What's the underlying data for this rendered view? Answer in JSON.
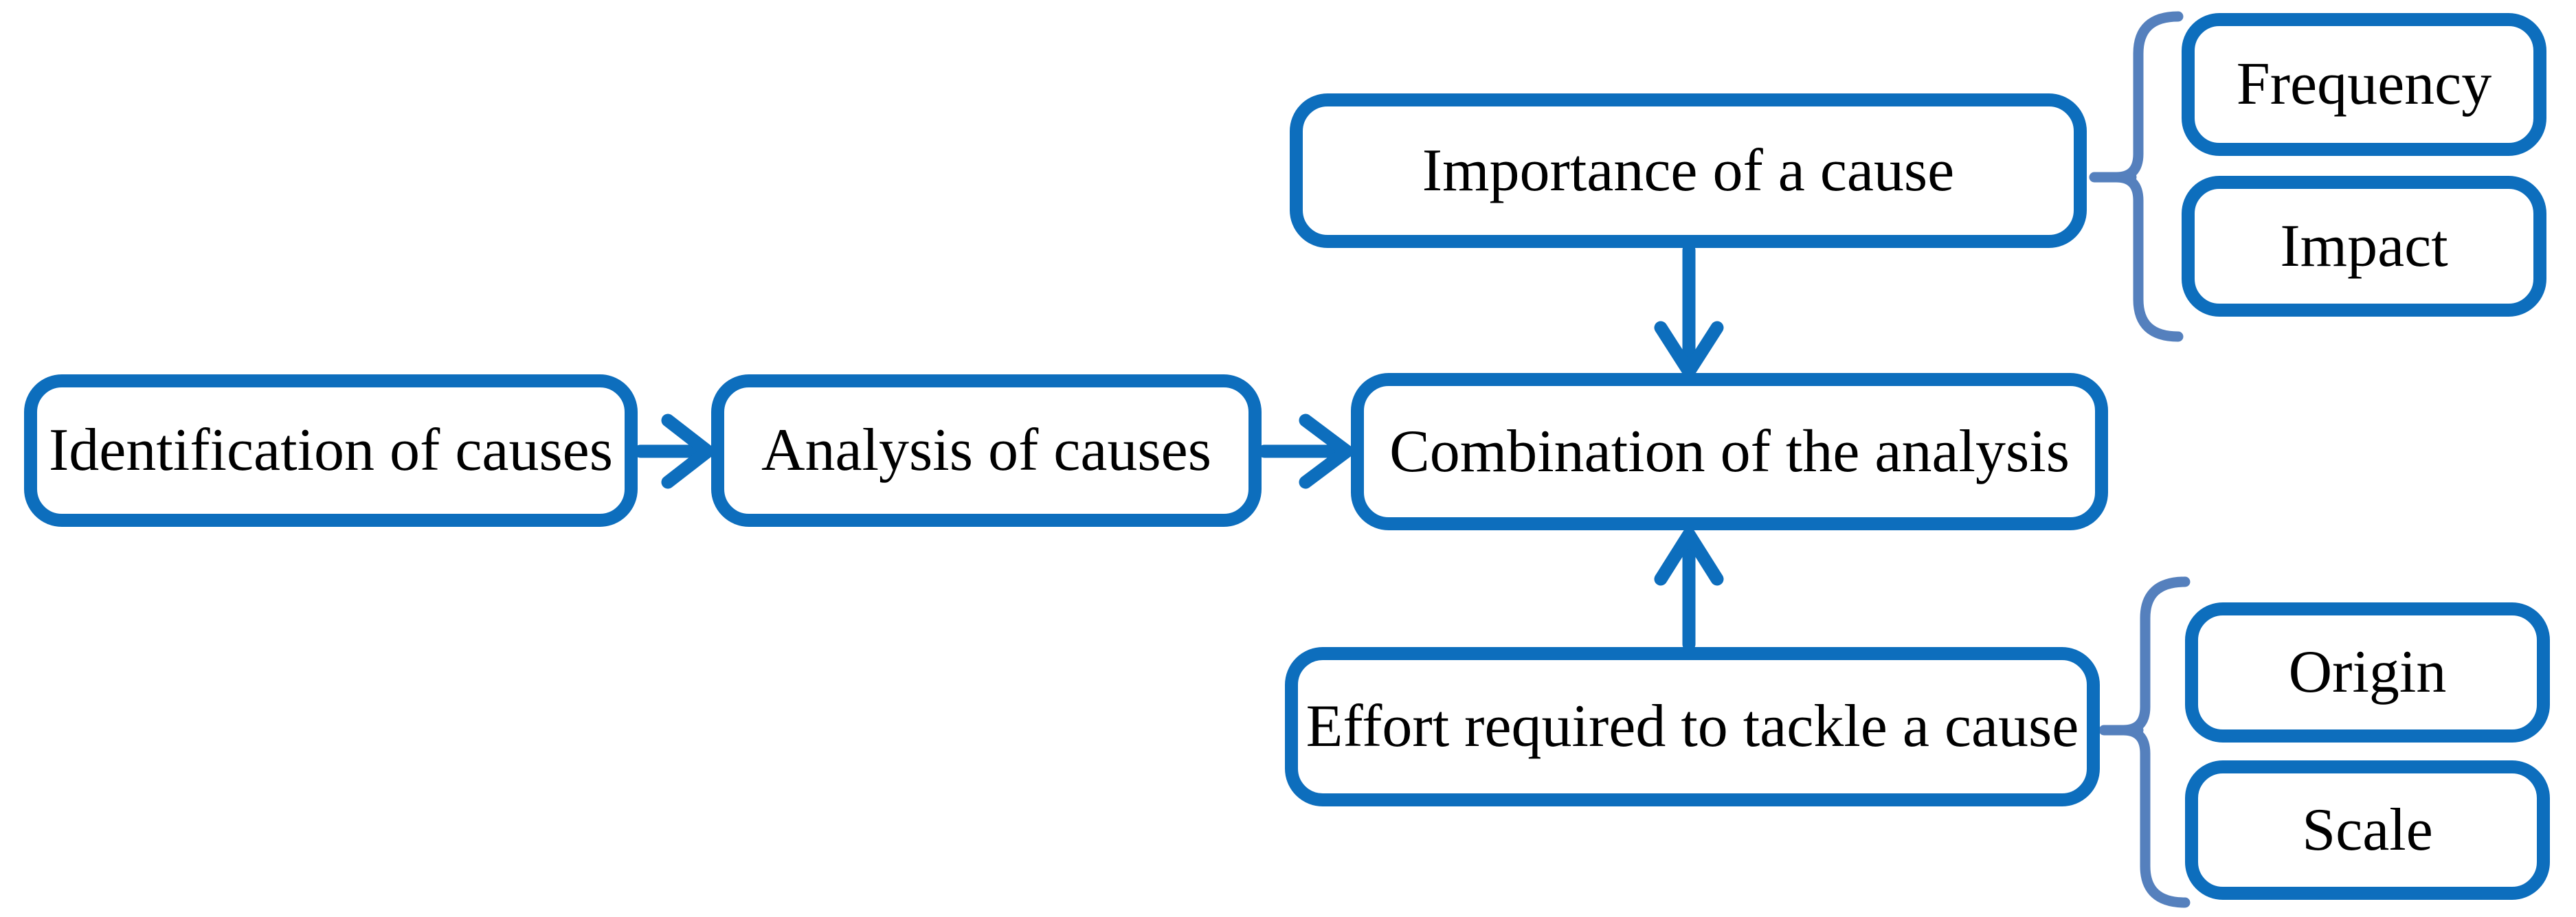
{
  "colors": {
    "box_border": "#0d6ebd",
    "arrow": "#0d6ebd",
    "brace": "#5580bd",
    "text": "#000000",
    "background": "#ffffff"
  },
  "boxes": {
    "identification": {
      "label": "Identification of causes"
    },
    "analysis": {
      "label": "Analysis of causes"
    },
    "combination": {
      "label": "Combination of the analysis"
    },
    "importance": {
      "label": "Importance of a cause"
    },
    "effort": {
      "label": "Effort required to tackle a cause"
    },
    "frequency": {
      "label": "Frequency"
    },
    "impact": {
      "label": "Impact"
    },
    "origin": {
      "label": "Origin"
    },
    "scale": {
      "label": "Scale"
    }
  },
  "edges": [
    {
      "type": "arrow",
      "from": "identification",
      "to": "analysis"
    },
    {
      "type": "arrow",
      "from": "analysis",
      "to": "combination"
    },
    {
      "type": "arrow",
      "from": "importance",
      "to": "combination"
    },
    {
      "type": "arrow",
      "from": "effort",
      "to": "combination"
    },
    {
      "type": "brace",
      "from": "importance",
      "groups": [
        "frequency",
        "impact"
      ]
    },
    {
      "type": "brace",
      "from": "effort",
      "groups": [
        "origin",
        "scale"
      ]
    }
  ]
}
